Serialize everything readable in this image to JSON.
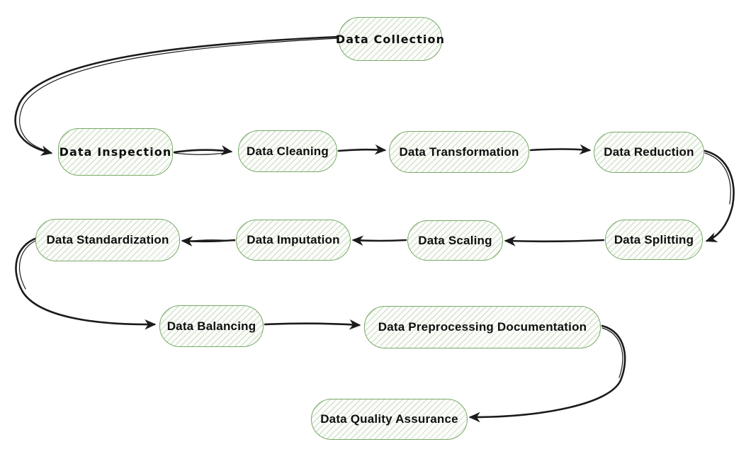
{
  "diagram": {
    "type": "flowchart",
    "background_color": "#ffffff",
    "node_border_color": "#78a968",
    "node_fill_style": "green-diagonal-hatch",
    "arrow_color": "#1b1b1b",
    "text_color": "#0f0f0f",
    "nodes": [
      {
        "id": "data-collection",
        "label": "Data Collection"
      },
      {
        "id": "data-inspection",
        "label": "Data Inspection"
      },
      {
        "id": "data-cleaning",
        "label": "Data Cleaning"
      },
      {
        "id": "data-transformation",
        "label": "Data Transformation"
      },
      {
        "id": "data-reduction",
        "label": "Data Reduction"
      },
      {
        "id": "data-splitting",
        "label": "Data Splitting"
      },
      {
        "id": "data-scaling",
        "label": "Data Scaling"
      },
      {
        "id": "data-imputation",
        "label": "Data Imputation"
      },
      {
        "id": "data-standardization",
        "label": "Data Standardization"
      },
      {
        "id": "data-balancing",
        "label": "Data Balancing"
      },
      {
        "id": "data-preprocessing-documentation",
        "label": "Data Preprocessing Documentation"
      },
      {
        "id": "data-quality-assurance",
        "label": "Data Quality Assurance"
      }
    ],
    "connections": [
      {
        "from": "Data Collection",
        "to": "Data Inspection"
      },
      {
        "from": "Data Inspection",
        "to": "Data Cleaning"
      },
      {
        "from": "Data Cleaning",
        "to": "Data Transformation"
      },
      {
        "from": "Data Transformation",
        "to": "Data Reduction"
      },
      {
        "from": "Data Reduction",
        "to": "Data Splitting"
      },
      {
        "from": "Data Splitting",
        "to": "Data Scaling"
      },
      {
        "from": "Data Scaling",
        "to": "Data Imputation"
      },
      {
        "from": "Data Imputation",
        "to": "Data Standardization"
      },
      {
        "from": "Data Standardization",
        "to": "Data Balancing"
      },
      {
        "from": "Data Balancing",
        "to": "Data Preprocessing Documentation"
      },
      {
        "from": "Data Preprocessing Documentation",
        "to": "Data Quality Assurance"
      }
    ]
  }
}
